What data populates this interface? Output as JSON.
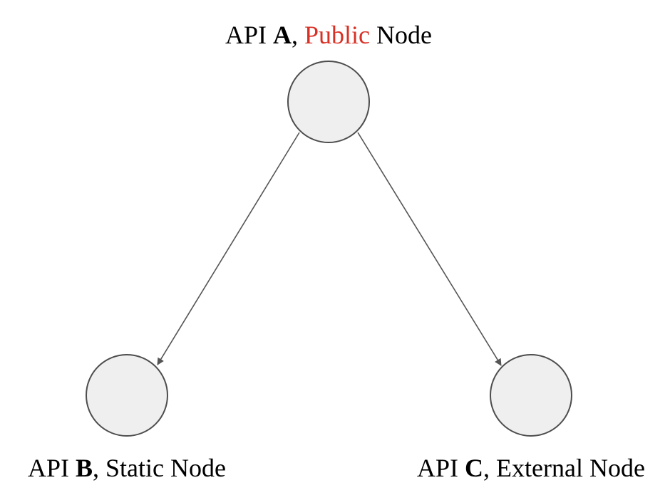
{
  "colors": {
    "node_fill": "#efefef",
    "node_stroke": "#4d4d4d",
    "edge": "#555555",
    "highlight_text": "#d93025",
    "text": "#000000"
  },
  "nodes": {
    "a": {
      "prefix": "API ",
      "key": "A",
      "separator": ", ",
      "highlight": "Public",
      "suffix": " Node"
    },
    "b": {
      "prefix": "API ",
      "key": "B",
      "separator": ", ",
      "type": "Static Node"
    },
    "c": {
      "prefix": "API ",
      "key": "C",
      "separator": ", ",
      "type": "External Node"
    }
  },
  "edges": [
    {
      "from": "a",
      "to": "b",
      "arrow": "end"
    },
    {
      "from": "a",
      "to": "c",
      "arrow": "end"
    }
  ]
}
